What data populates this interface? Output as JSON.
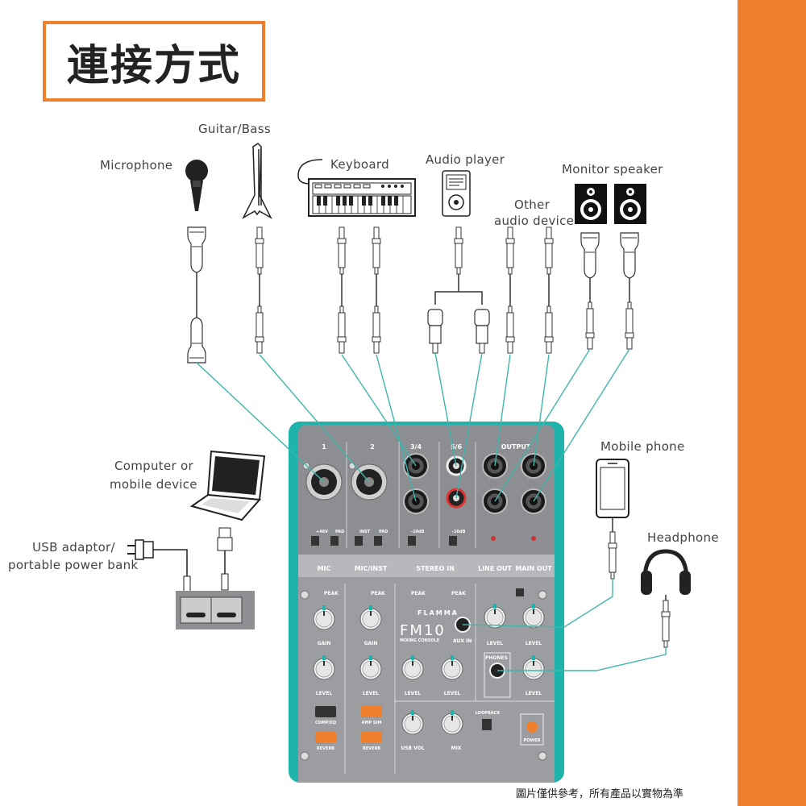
{
  "title": "連接方式",
  "devices": {
    "guitar": "Guitar/Bass",
    "microphone": "Microphone",
    "keyboard": "Keyboard",
    "audio_player": "Audio player",
    "monitor_speaker": "Monitor speaker",
    "other_audio_line1": "Other",
    "other_audio_line2": "audio device",
    "computer_line1": "Computer or",
    "computer_line2": "mobile device",
    "usb_line1": "USB adaptor/",
    "usb_line2": "portable power bank",
    "mobile_phone": "Mobile phone",
    "headphone": "Headphone"
  },
  "mixer": {
    "brand": "FLAMMA",
    "model": "FM10",
    "subtitle": "MIXING CONSOLE",
    "ch1": "1",
    "ch2": "2",
    "ch34": "3/4",
    "ch56": "5/6",
    "output": "OUTPUT",
    "sec_mic": "MIC",
    "sec_micinst": "MIC/INST",
    "sec_stereo": "STEREO IN",
    "sec_lineout": "LINE OUT",
    "sec_mainout": "MAIN OUT",
    "peak": "PEAK",
    "gain": "GAIN",
    "level": "LEVEL",
    "aux_in": "AUX IN",
    "phones": "PHONES",
    "comp_eq": "COMP/EQ",
    "amp_sim": "AMP SIM",
    "reverb": "REVERB",
    "usb_vol": "USB VOL",
    "mix": "MIX",
    "loopback": "LOOPBACK",
    "power": "POWER",
    "sw_48v": "+48V",
    "sw_pad": "PAD",
    "sw_inst": "INST",
    "sw_10db": "-10dB"
  },
  "colors": {
    "accent": "#ee7f2d",
    "cable": "#3fb6ad",
    "mixer_body": "#8c8e91",
    "mixer_lower": "#9b9da0"
  },
  "footer_note": "圖片僅供參考，所有產品以實物為準"
}
